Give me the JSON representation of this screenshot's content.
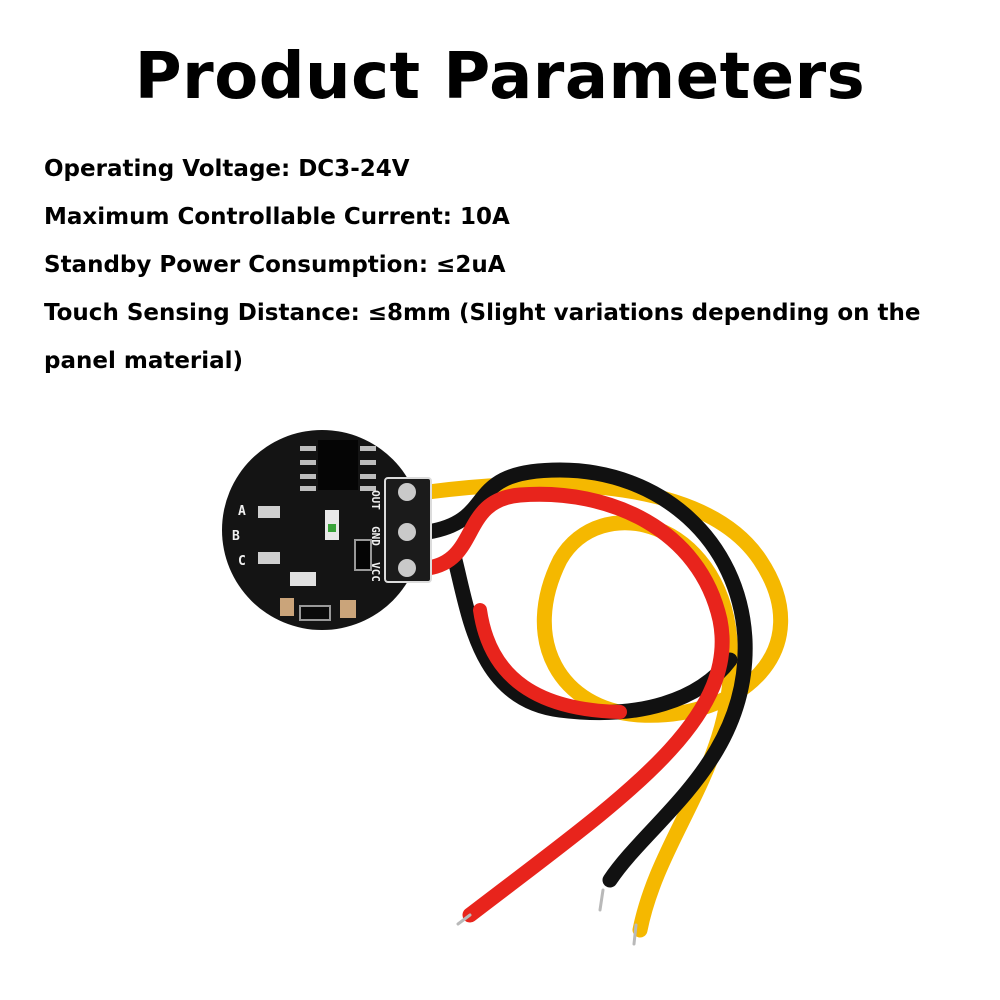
{
  "title": "Product Parameters",
  "parameters": [
    "Operating Voltage: DC3-24V",
    "Maximum Controllable Current: 10A",
    "Standby Power Consumption: ≤2uA",
    "Touch Sensing Distance: ≤8mm (Slight variations depending on the",
    "panel material)"
  ],
  "board": {
    "pin_labels": [
      "OUT",
      "GND",
      "VCC"
    ],
    "jumper_labels": [
      "A",
      "B",
      "C"
    ]
  },
  "colors": {
    "wire_red": "#e8241c",
    "wire_black": "#111111",
    "wire_yellow": "#f5b800",
    "pcb": "#141414"
  }
}
